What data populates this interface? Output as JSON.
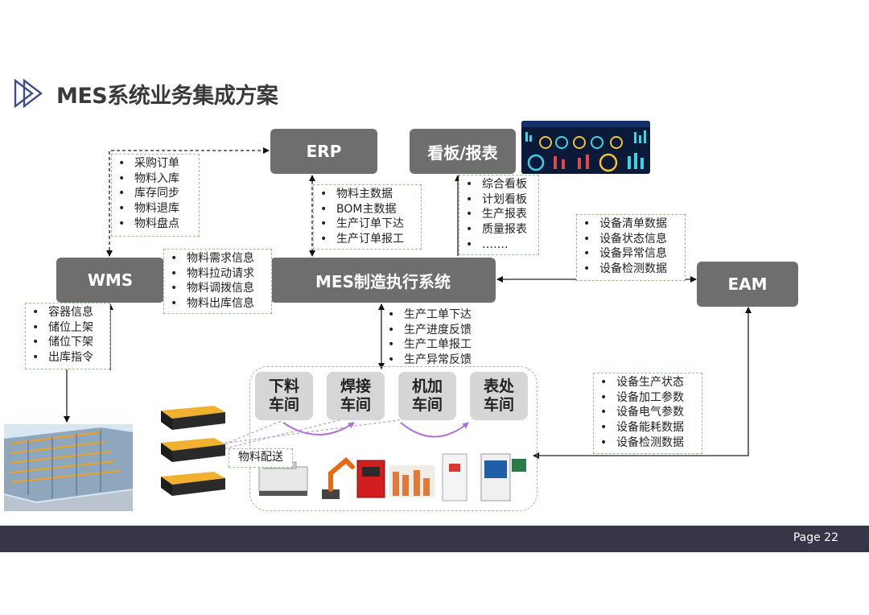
{
  "title": "MES系统业务集成方案",
  "nodes": {
    "erp": "ERP",
    "board": "看板/报表",
    "wms": "WMS",
    "mes": "MES制造执行系统",
    "eam": "EAM"
  },
  "notes": {
    "wms_erp": [
      "采购订单",
      "物料入库",
      "库存同步",
      "物料退库",
      "物料盘点"
    ],
    "erp_mes": [
      "物料主数据",
      "BOM主数据",
      "生产订单下达",
      "生产订单报工"
    ],
    "board_mes": [
      "综合看板",
      "计划看板",
      "生产报表",
      "质量报表",
      "……."
    ],
    "wms_mes": [
      "物料需求信息",
      "物料拉动请求",
      "物料调拨信息",
      "物料出库信息"
    ],
    "mes_eam": [
      "设备清单数据",
      "设备状态信息",
      "设备异常信息",
      "设备检测数据"
    ],
    "wms_storage": [
      "容器信息",
      "储位上架",
      "储位下架",
      "出库指令"
    ],
    "mes_workshop": [
      "生产工单下达",
      "生产进度反馈",
      "生产工单报工",
      "生产异常反馈"
    ],
    "eam_equipment": [
      "设备生产状态",
      "设备加工参数",
      "设备电气参数",
      "设备能耗数据",
      "设备检测数据"
    ]
  },
  "workshops": [
    {
      "line1": "下料",
      "line2": "车间"
    },
    {
      "line1": "焊接",
      "line2": "车间"
    },
    {
      "line1": "机加",
      "line2": "车间"
    },
    {
      "line1": "表处",
      "line2": "车间"
    }
  ],
  "delivery_label": "物料配送",
  "footer": {
    "page": "Page 22"
  },
  "colors": {
    "node_bg": "#6e6e6e",
    "workshop_bg": "#d6d6d6",
    "note_border": "#9bc48a",
    "footer_bg": "#363648",
    "arc": "#b070d8"
  }
}
